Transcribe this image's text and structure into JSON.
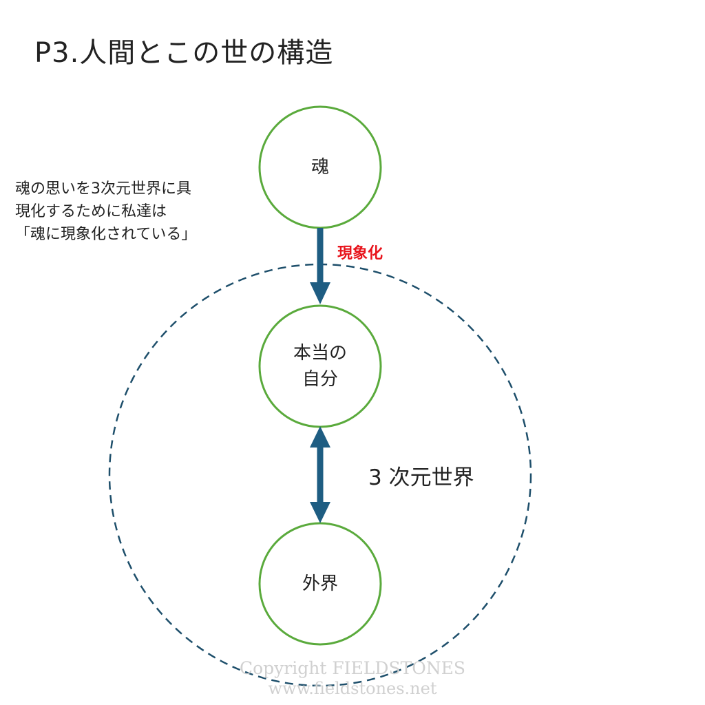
{
  "title": "P3.人間とこの世の構造",
  "note": {
    "lines": [
      "魂の思いを3次元世界に具",
      "現化するために私達は",
      "「魂に現象化されている」"
    ]
  },
  "nodes": {
    "soul": {
      "label": "魂"
    },
    "true_self": {
      "lines": [
        "本当の",
        "自分"
      ]
    },
    "outer_world": {
      "label": "外界"
    }
  },
  "arrow_label": "現象化",
  "world_label": "3 次元世界",
  "copyright": {
    "line1": "Copyright FIELDSTONES",
    "line2": "www.fieldstones.net"
  },
  "colors": {
    "node_stroke": "#5aaa3c",
    "arrow": "#1e5d82",
    "world_boundary": "#1e4f6b",
    "arrow_label": "#e8141c"
  }
}
